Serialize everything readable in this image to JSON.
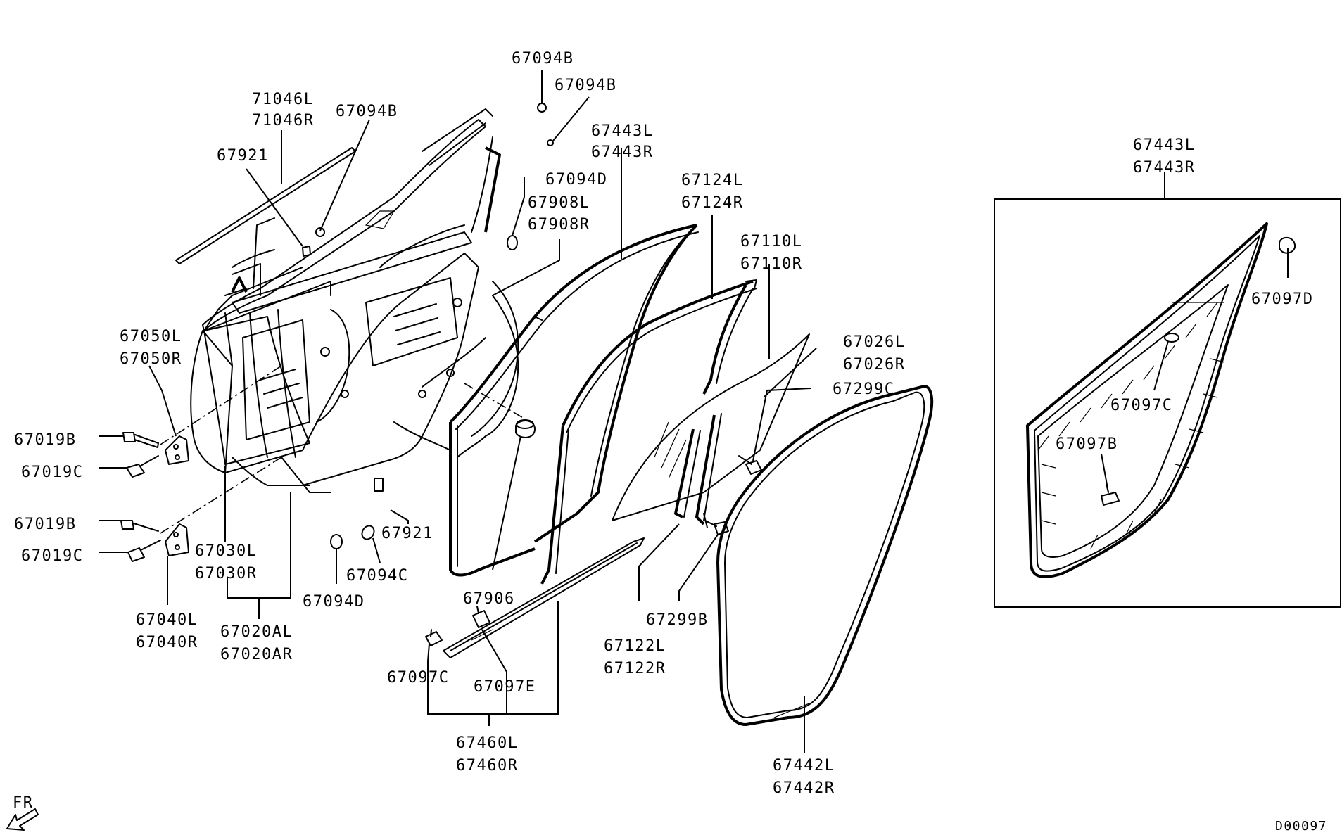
{
  "diagram": {
    "code": "D00097",
    "direction_marker": "FR",
    "labels": {
      "p71046L": "71046L",
      "p71046R": "71046R",
      "p67094B_a": "67094B",
      "p67921_a": "67921",
      "p67094B_b": "67094B",
      "p67094B_c": "67094B",
      "p67443L": "67443L",
      "p67443R": "67443R",
      "p67094D_a": "67094D",
      "p67908L": "67908L",
      "p67908R": "67908R",
      "p67124L": "67124L",
      "p67124R": "67124R",
      "p67110L": "67110L",
      "p67110R": "67110R",
      "p67026L": "67026L",
      "p67026R": "67026R",
      "p67299C": "67299C",
      "p67050L": "67050L",
      "p67050R": "67050R",
      "p67019B_a": "67019B",
      "p67019C_a": "67019C",
      "p67019B_b": "67019B",
      "p67019C_b": "67019C",
      "p67030L": "67030L",
      "p67030R": "67030R",
      "p67921_b": "67921",
      "p67094C": "67094C",
      "p67094D_b": "67094D",
      "p67906": "67906",
      "p67040L": "67040L",
      "p67040R": "67040R",
      "p67020AL": "67020AL",
      "p67020AR": "67020AR",
      "p67299B": "67299B",
      "p67122L": "67122L",
      "p67122R": "67122R",
      "p67097C_a": "67097C",
      "p67097E": "67097E",
      "p67460L": "67460L",
      "p67460R": "67460R",
      "p67442L": "67442L",
      "p67442R": "67442R",
      "inset_67443L": "67443L",
      "inset_67443R": "67443R",
      "inset_67097D": "67097D",
      "inset_67097C": "67097C",
      "inset_67097B": "67097B"
    }
  }
}
